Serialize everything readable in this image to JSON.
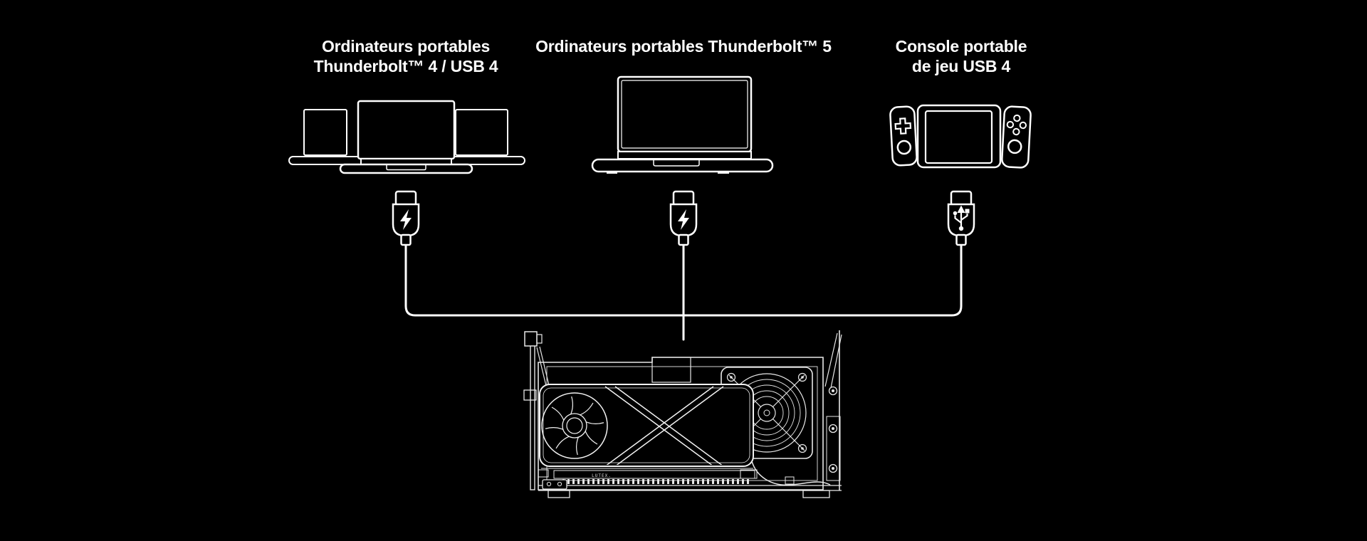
{
  "page": {
    "background_color": "#000000",
    "line_color": "#ffffff"
  },
  "diagram": {
    "labels": [
      {
        "lines": [
          "Ordinateurs portables",
          "Thunderbolt™ 4 / USB 4"
        ]
      },
      {
        "lines": [
          "Ordinateurs portables Thunderbolt™ 5"
        ]
      },
      {
        "lines": [
          "Console portable",
          "de jeu USB 4"
        ]
      }
    ],
    "devices": [
      {
        "name": "laptops-thunderbolt4-usb4",
        "illustration": "three-overlapping-laptops"
      },
      {
        "name": "laptop-thunderbolt5",
        "illustration": "single-laptop"
      },
      {
        "name": "handheld-game-console-usb4",
        "illustration": "handheld-console-with-detachable-controllers"
      }
    ],
    "connectors": [
      {
        "icon": "usb-c-plug-lightning-bolt"
      },
      {
        "icon": "usb-c-plug-lightning-bolt"
      },
      {
        "icon": "usb-c-plug-usb-trident"
      }
    ],
    "egpu": {
      "name": "egpu-dock-with-graphics-card",
      "pcb_text": "LUTEX."
    }
  }
}
